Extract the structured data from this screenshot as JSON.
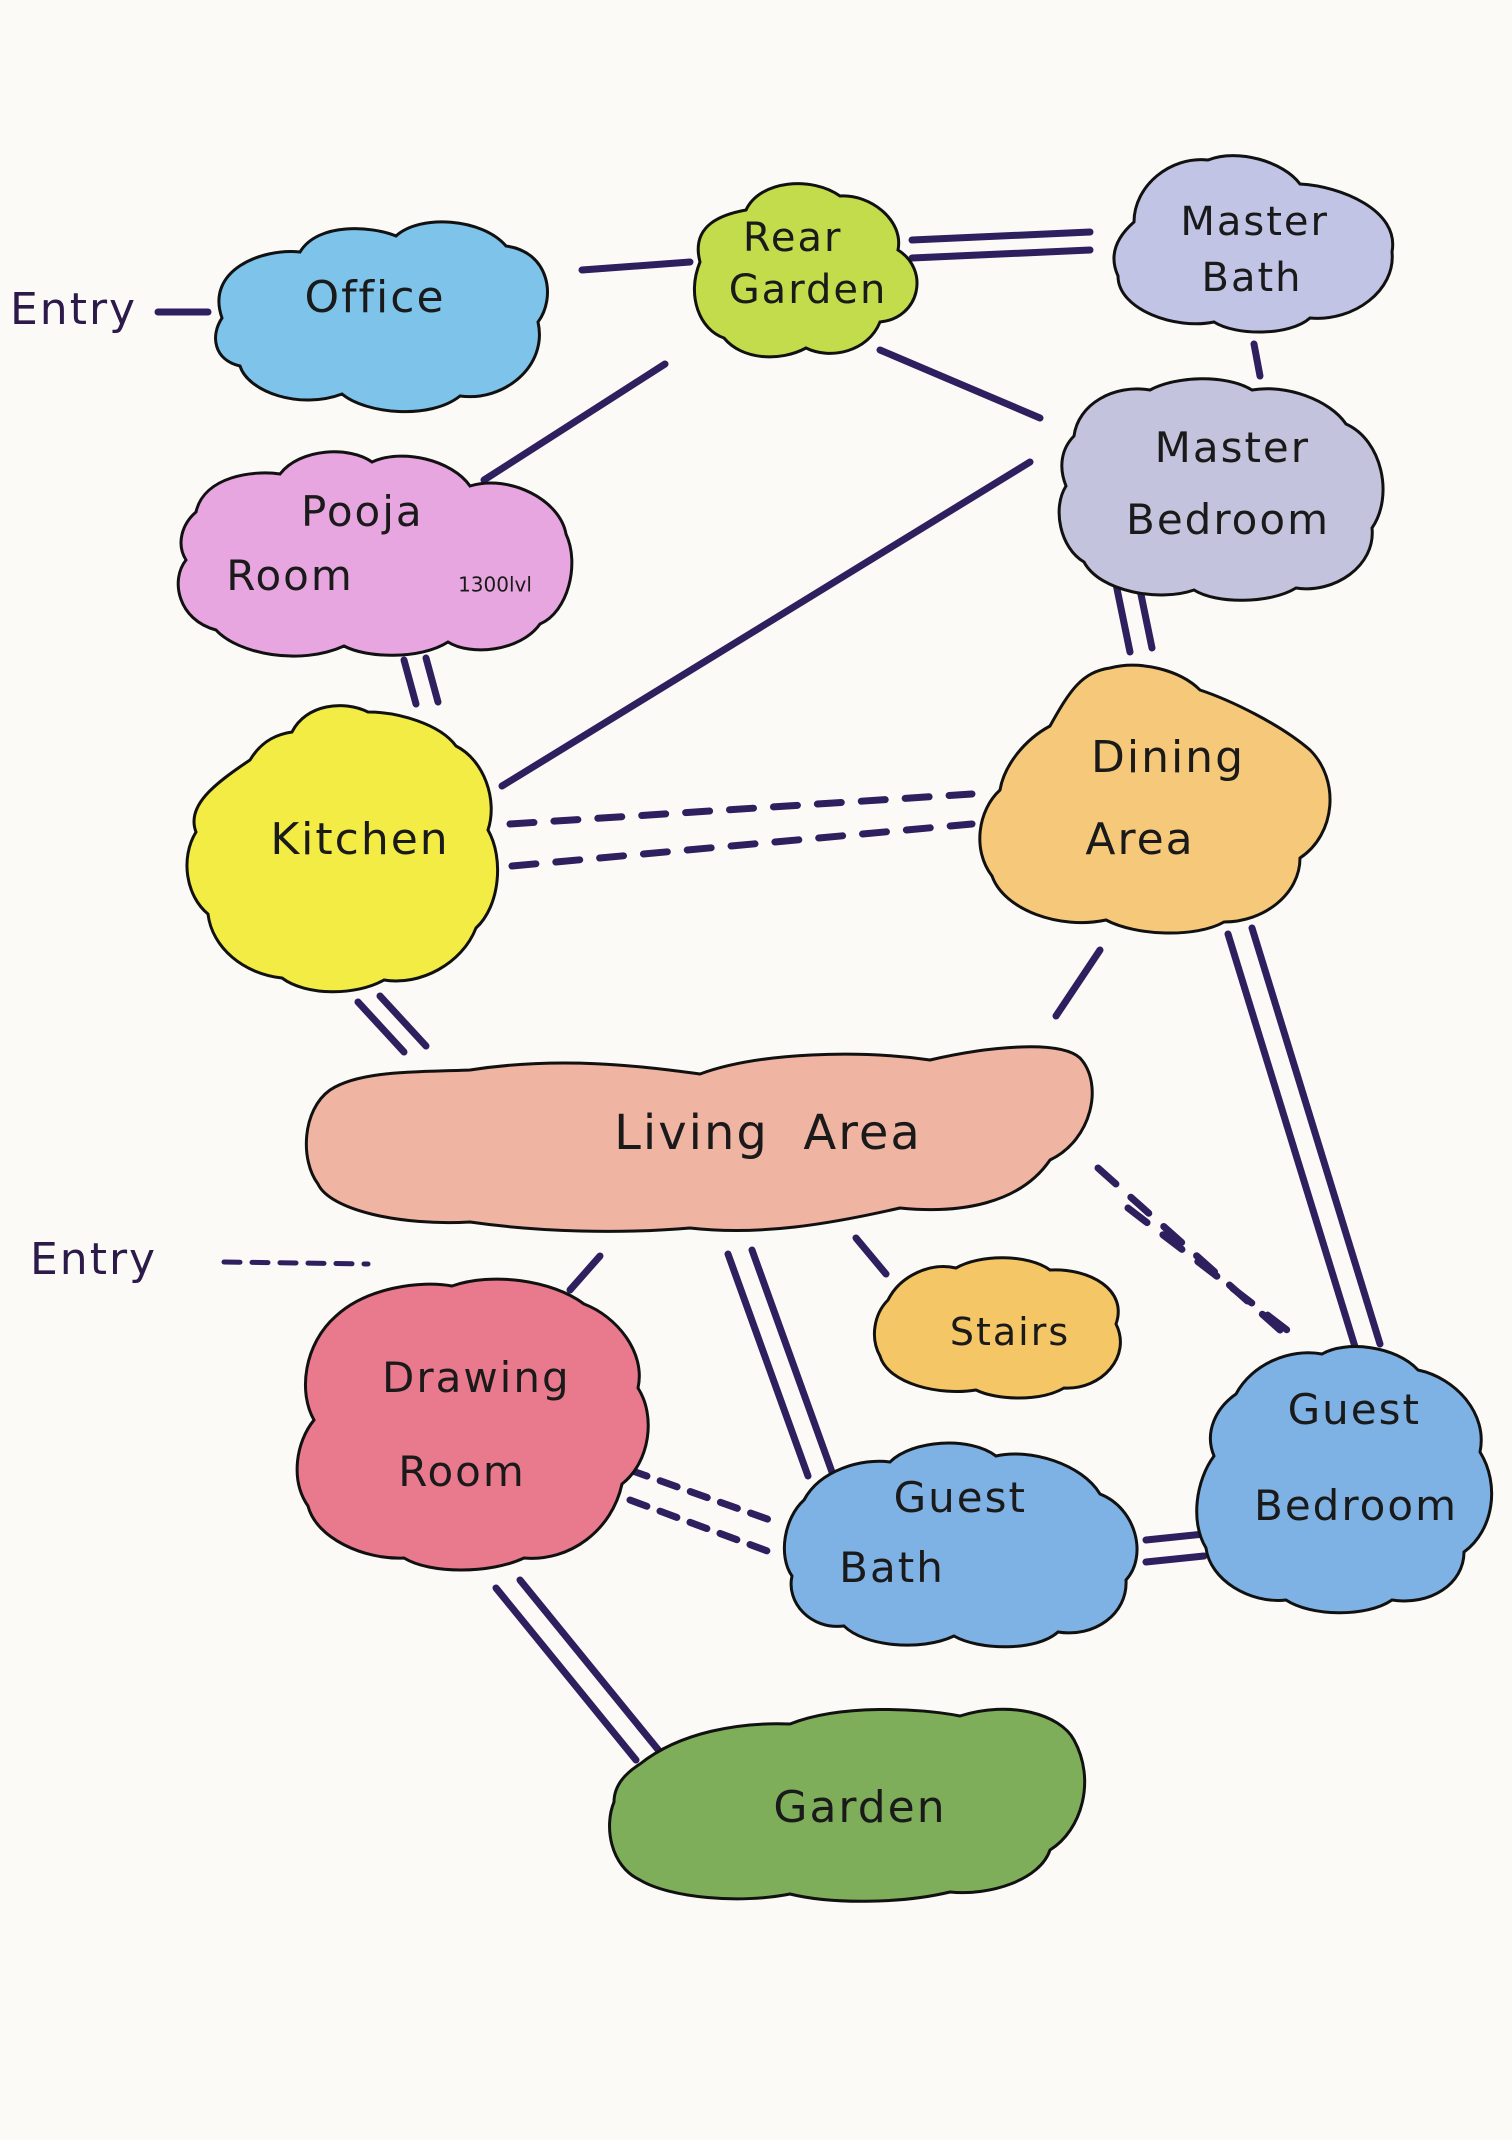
{
  "rooms": [
    {
      "id": "office",
      "label": [
        "Office"
      ],
      "color": "#7ec3ea"
    },
    {
      "id": "rear-garden",
      "label": [
        "Rear",
        "Garden"
      ],
      "color": "#c3dc4c"
    },
    {
      "id": "master-bath",
      "label": [
        "Master",
        "Bath"
      ],
      "color": "#c2c4e6"
    },
    {
      "id": "pooja-room",
      "label": [
        "Pooja",
        "Room"
      ],
      "color": "#e7a6e0"
    },
    {
      "id": "master-bedroom",
      "label": [
        "Master",
        "Bedroom"
      ],
      "color": "#c3c3dd"
    },
    {
      "id": "kitchen",
      "label": [
        "Kitchen"
      ],
      "color": "#f3ec45"
    },
    {
      "id": "dining-area",
      "label": [
        "Dining",
        "Area"
      ],
      "color": "#f6c97a"
    },
    {
      "id": "living-area",
      "label": [
        "Living  Area"
      ],
      "color": "#f0b4a3"
    },
    {
      "id": "stairs",
      "label": [
        "Stairs"
      ],
      "color": "#f5c665"
    },
    {
      "id": "drawing-room",
      "label": [
        "Drawing",
        "Room"
      ],
      "color": "#e97a8e"
    },
    {
      "id": "guest-bath",
      "label": [
        "Guest",
        "Bath"
      ],
      "color": "#7fb2e4"
    },
    {
      "id": "guest-bedroom",
      "label": [
        "Guest",
        "Bedroom"
      ],
      "color": "#7fb2e4"
    },
    {
      "id": "garden",
      "label": [
        "Garden"
      ],
      "color": "#7fae5a"
    }
  ],
  "pooja_note": "1300lvl",
  "entries": [
    {
      "id": "entry-office",
      "label": "Entry"
    },
    {
      "id": "entry-drawing",
      "label": "Entry"
    }
  ],
  "line_color": "#2e1f5e"
}
